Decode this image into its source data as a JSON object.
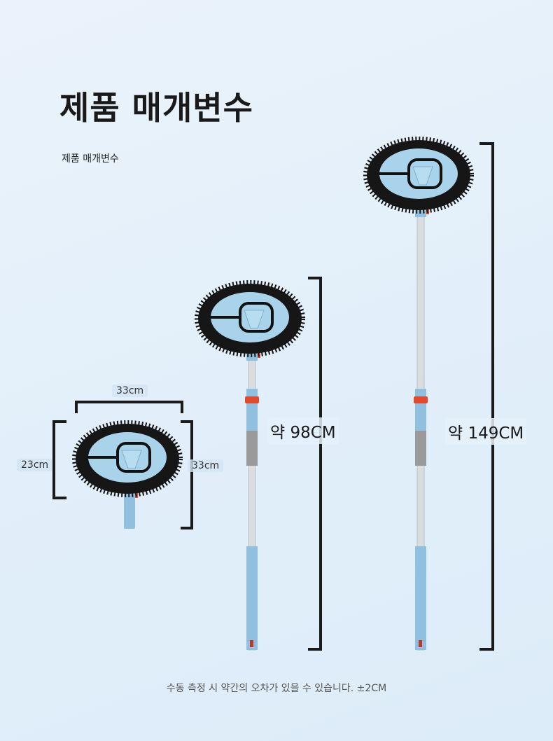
{
  "title": "제품 매개변수",
  "subtitle": "제품 매개변수",
  "head_dimensions": {
    "width": "33cm",
    "height": "23cm",
    "total_height": "33cm"
  },
  "lengths": {
    "short": "약 98CM",
    "long": "약 149CM"
  },
  "note": "수동 측정 시 약간의 오차가 있을 수 있습니다. ±2CM",
  "colors": {
    "fringe": "#161616",
    "pad": "#a8d3ea",
    "pole_blue": "#8fc0e0",
    "collar": "#e24a2e",
    "grip": "#9a9a9a",
    "steel": "#d9dde0"
  }
}
